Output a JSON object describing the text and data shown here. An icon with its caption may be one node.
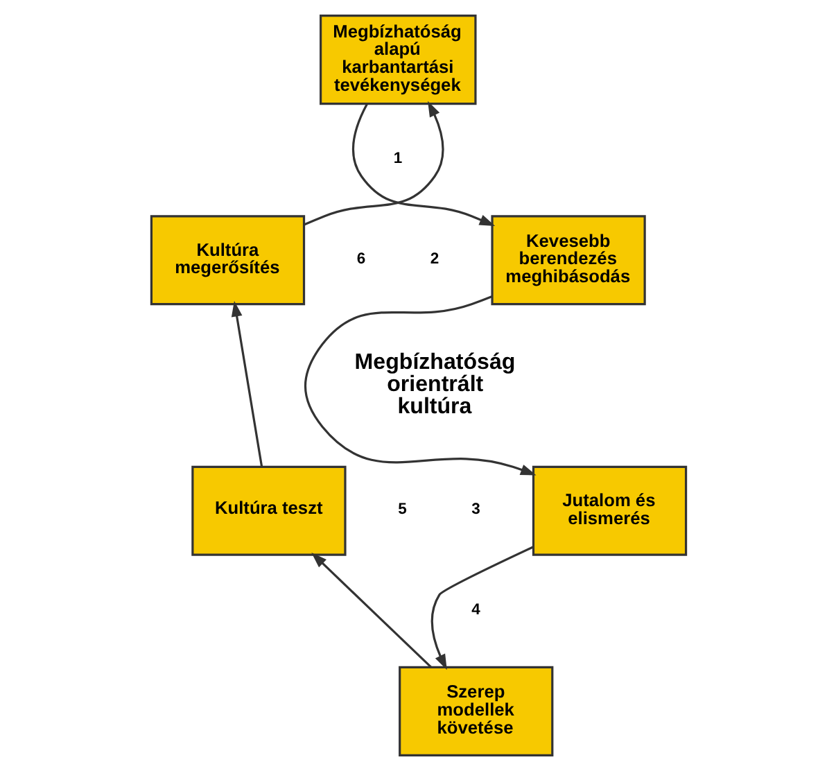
{
  "diagram": {
    "nodes": [
      {
        "text": [
          "Megbízhatóság alapú karbantartási tevékenységek"
        ]
      },
      {
        "text": [
          "Kevesebb berendezés meghibásodás"
        ]
      },
      {
        "text": [
          "Jutalom és elismerés"
        ]
      },
      {
        "text": [
          "Szerep modellek követése"
        ]
      },
      {
        "text": [
          "Kultúra teszt"
        ]
      },
      {
        "text": [
          "Kultúra megerősítés"
        ]
      }
    ],
    "edges": [
      {
        "from": 0,
        "to": 1,
        "arrow": "to"
      },
      {
        "from": 1,
        "to": 2,
        "arrow": "to"
      },
      {
        "from": 2,
        "to": 3,
        "arrow": "to"
      },
      {
        "from": 3,
        "to": 4,
        "arrow": "to"
      },
      {
        "from": 4,
        "to": 5,
        "arrow": "to"
      },
      {
        "from": 5,
        "to": 0,
        "arrow": "to"
      }
    ],
    "labels": [
      "1",
      "6",
      "2",
      "Megbízhatóság orientrált kultúra",
      "5",
      "3",
      "4"
    ]
  }
}
